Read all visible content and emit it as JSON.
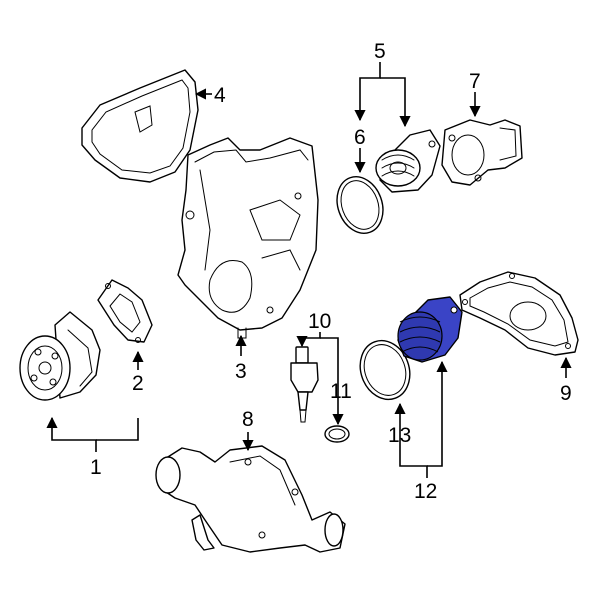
{
  "diagram": {
    "highlight_color": "#3a44c6",
    "callouts": [
      {
        "id": "1",
        "label": "1"
      },
      {
        "id": "2",
        "label": "2"
      },
      {
        "id": "3",
        "label": "3"
      },
      {
        "id": "4",
        "label": "4"
      },
      {
        "id": "5",
        "label": "5"
      },
      {
        "id": "6",
        "label": "6"
      },
      {
        "id": "7",
        "label": "7"
      },
      {
        "id": "8",
        "label": "8"
      },
      {
        "id": "9",
        "label": "9"
      },
      {
        "id": "10",
        "label": "10"
      },
      {
        "id": "11",
        "label": "11"
      },
      {
        "id": "12",
        "label": "12"
      },
      {
        "id": "13",
        "label": "13"
      }
    ]
  }
}
